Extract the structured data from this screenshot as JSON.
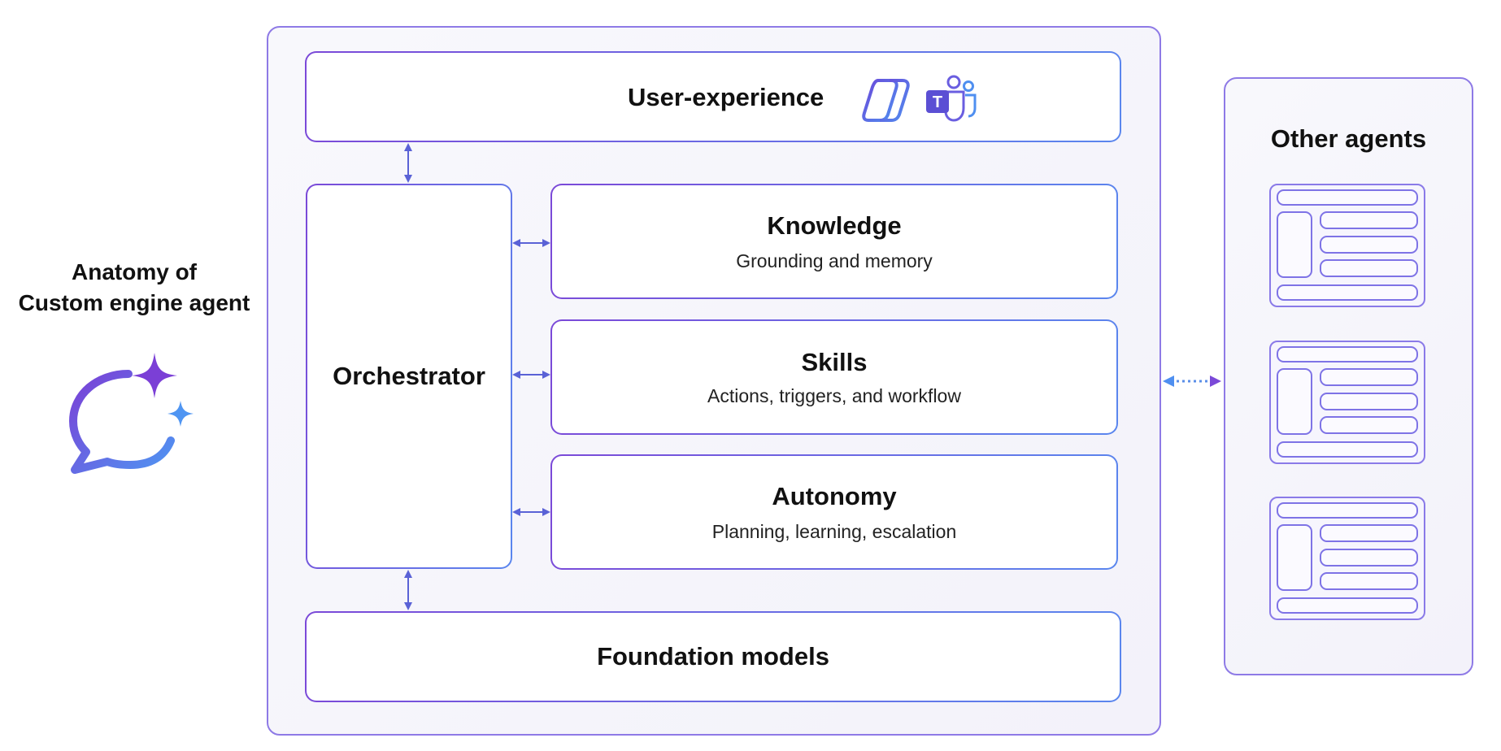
{
  "title": {
    "line1": "Anatomy of",
    "line2": "Custom engine agent"
  },
  "main": {
    "user_experience": {
      "label": "User-experience"
    },
    "orchestrator": {
      "label": "Orchestrator"
    },
    "knowledge": {
      "title": "Knowledge",
      "subtitle": "Grounding and memory"
    },
    "skills": {
      "title": "Skills",
      "subtitle": "Actions, triggers, and workflow"
    },
    "autonomy": {
      "title": "Autonomy",
      "subtitle": "Planning, learning, escalation"
    },
    "foundation": {
      "label": "Foundation models"
    }
  },
  "other_agents": {
    "title": "Other agents"
  },
  "icons": {
    "agent": "copilot-chat-sparkle-icon",
    "copilot": "copilot-icon",
    "teams": "teams-icon",
    "teams_letter": "T"
  },
  "colors": {
    "purple": "#7b49d8",
    "blue": "#4f8ff0",
    "arrow": "#5a62d6"
  }
}
